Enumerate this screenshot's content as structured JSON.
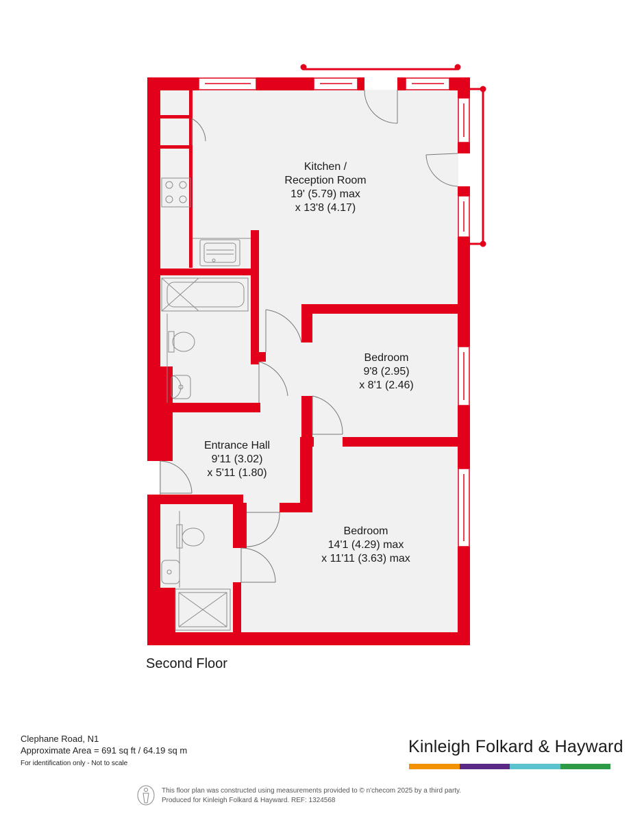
{
  "rooms": {
    "kitchen": {
      "name_line1": "Kitchen /",
      "name_line2": "Reception Room",
      "dim1": "19' (5.79) max",
      "dim2": "x 13'8 (4.17)"
    },
    "bedroom1": {
      "name": "Bedroom",
      "dim1": "9'8 (2.95)",
      "dim2": "x 8'1 (2.46)"
    },
    "hall": {
      "name": "Entrance Hall",
      "dim1": "9'11 (3.02)",
      "dim2": "x 5'11 (1.80)"
    },
    "bedroom2": {
      "name": "Bedroom",
      "dim1": "14'1 (4.29) max",
      "dim2": "x 11'11 (3.63) max"
    }
  },
  "floor_name": "Second Floor",
  "address": "Clephane Road, N1",
  "area": "Approximate Area =  691 sq ft / 64.19 sq m",
  "scale_note": "For identification only - Not to scale",
  "brand": {
    "name": "Kinleigh Folkard & Hayward",
    "bar_colors": [
      "#f39200",
      "#5b2a86",
      "#5bc2cf",
      "#2e9a45"
    ]
  },
  "disclaimer": {
    "line1": "This floor plan was constructed using measurements provided to © n'checom 2025 by a third party.",
    "line2": "Produced for Kinleigh Folkard & Hayward.   REF: 1324568"
  },
  "colors": {
    "wall": "#e2001a",
    "floor": "#f2f1f1",
    "fixture": "#9a9a9a"
  },
  "icons": [
    "person-icon",
    "hob-icon",
    "sink-icon",
    "bath-icon",
    "toilet-icon",
    "basin-icon",
    "shower-icon"
  ]
}
